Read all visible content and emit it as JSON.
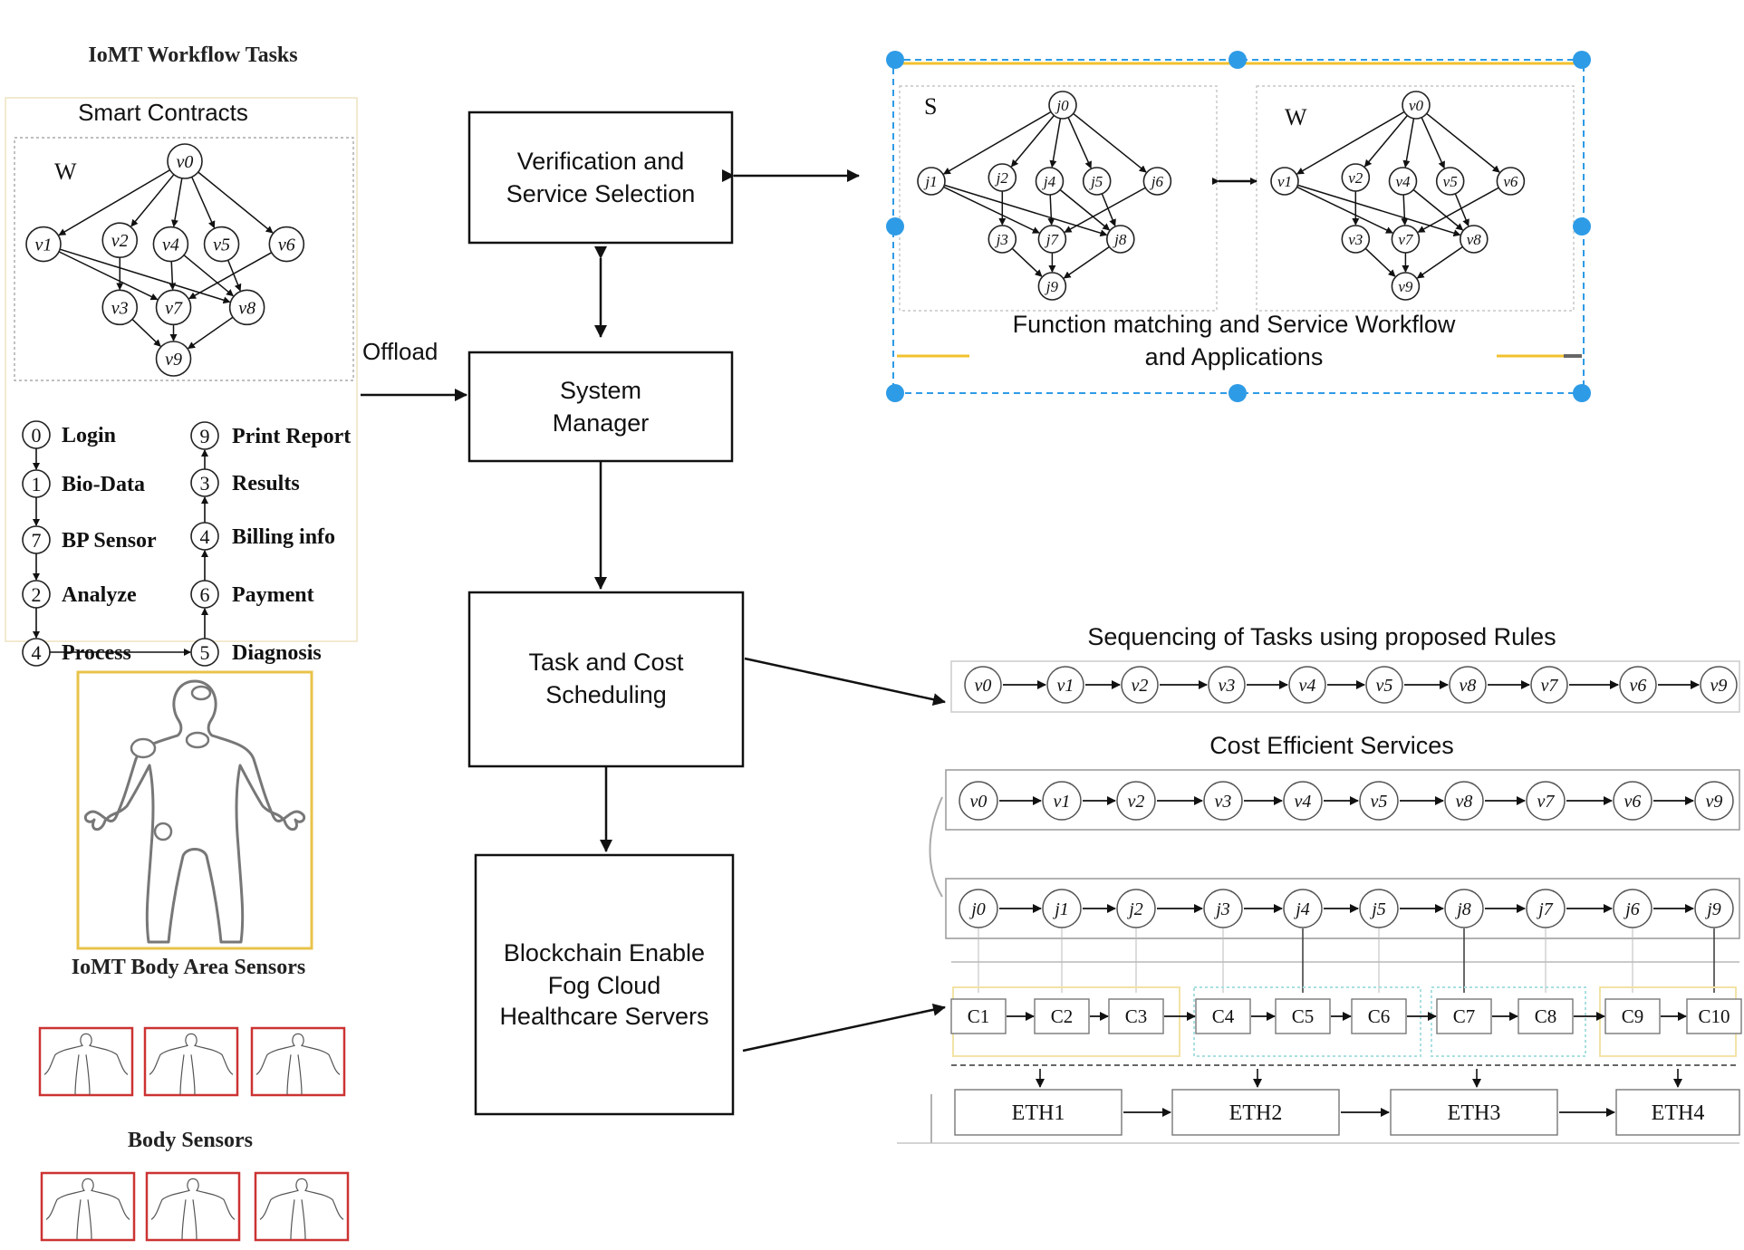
{
  "left_panel": {
    "title": "IoMT Workflow Tasks",
    "smart_contracts_label": "Smart Contracts",
    "graph_label": "W",
    "offload_label": "Offload",
    "body_area_label": "IoMT Body Area Sensors",
    "body_sensors_label": "Body Sensors",
    "tasks_left": [
      {
        "num": "0",
        "label": "Login"
      },
      {
        "num": "1",
        "label": "Bio-Data"
      },
      {
        "num": "7",
        "label": "BP Sensor"
      },
      {
        "num": "2",
        "label": "Analyze"
      },
      {
        "num": "4",
        "label": "Process"
      }
    ],
    "tasks_right": [
      {
        "num": "9",
        "label": "Print Report"
      },
      {
        "num": "3",
        "label": "Results"
      },
      {
        "num": "4",
        "label": "Billing info"
      },
      {
        "num": "6",
        "label": "Payment"
      },
      {
        "num": "5",
        "label": "Diagnosis"
      }
    ]
  },
  "center": {
    "verification": [
      "Verification and",
      "Service Selection"
    ],
    "system_manager": [
      "System",
      "Manager"
    ],
    "scheduling": [
      "Task and Cost",
      "Scheduling"
    ],
    "blockchain": [
      "Blockchain Enable",
      "Fog Cloud",
      "Healthcare Servers"
    ]
  },
  "function_matching": {
    "graph_s_label": "S",
    "graph_w_label": "W",
    "caption": [
      "Function matching and Service Workflow",
      "and Applications"
    ]
  },
  "graph_nodes": {
    "v": [
      "v0",
      "v1",
      "v2",
      "v3",
      "v4",
      "v5",
      "v6",
      "v7",
      "v8",
      "v9"
    ],
    "j": [
      "j0",
      "j1",
      "j2",
      "j3",
      "j4",
      "j5",
      "j6",
      "j7",
      "j8",
      "j9"
    ]
  },
  "sequencing": {
    "title": "Sequencing of Tasks using proposed Rules",
    "nodes": [
      "v0",
      "v1",
      "v2",
      "v3",
      "v4",
      "v5",
      "v8",
      "v7",
      "v6",
      "v9"
    ]
  },
  "cost_efficient": {
    "title": "Cost Efficient Services",
    "v_row": [
      "v0",
      "v1",
      "v2",
      "v3",
      "v4",
      "v5",
      "v8",
      "v7",
      "v6",
      "v9"
    ],
    "j_row": [
      "j0",
      "j1",
      "j2",
      "j3",
      "j4",
      "j5",
      "j8",
      "j7",
      "j6",
      "j9"
    ],
    "c_row": [
      "C1",
      "C2",
      "C3",
      "C4",
      "C5",
      "C6",
      "C7",
      "C8",
      "C9",
      "C10"
    ],
    "eth_row": [
      "ETH1",
      "ETH2",
      "ETH3",
      "ETH4"
    ]
  },
  "colors": {
    "selection_blue": "#2e9be6",
    "highlight_yellow": "#f2c12e",
    "sensor_red": "#cc3333",
    "ink": "#111111"
  }
}
